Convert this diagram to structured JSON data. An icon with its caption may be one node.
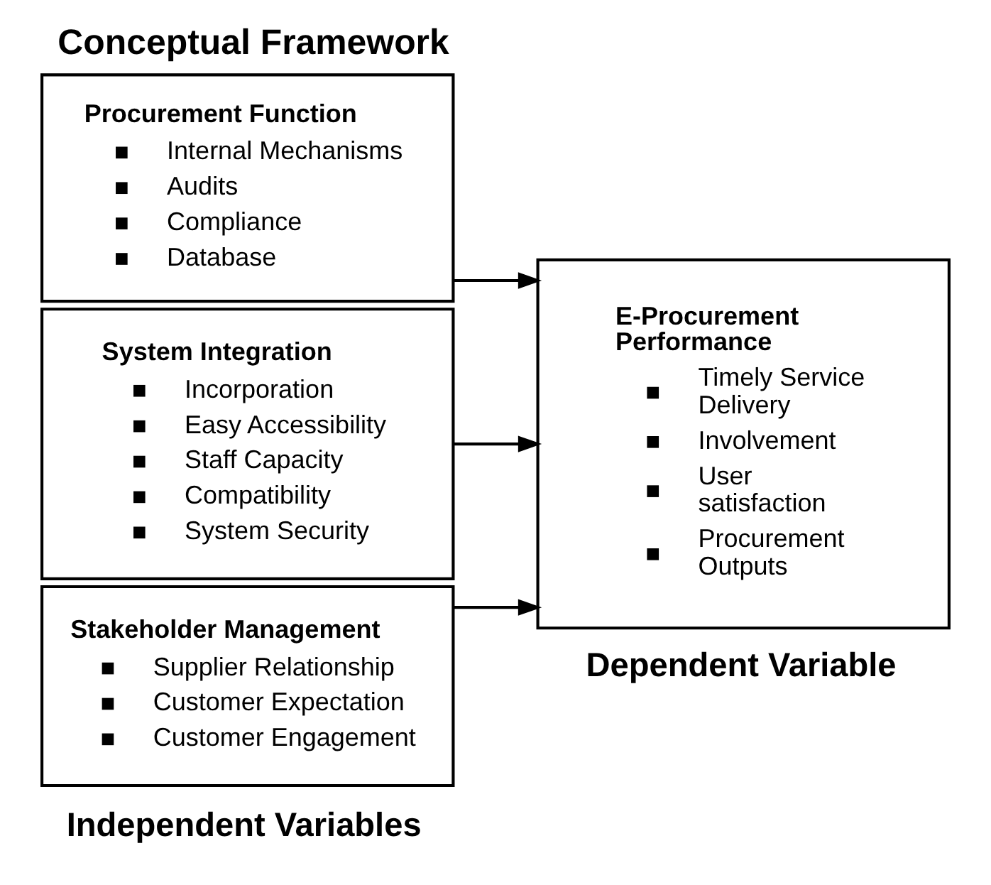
{
  "diagram": {
    "title": "Conceptual Framework",
    "nodes": [
      {
        "text": [
          "Procurement Function",
          "Internal Mechanisms",
          "Audits",
          "Compliance",
          "Database"
        ]
      },
      {
        "text": [
          "System Integration",
          "Incorporation",
          "Easy Accessibility",
          "Staff Capacity",
          "Compatibility",
          "System Security"
        ]
      },
      {
        "text": [
          "Stakeholder Management",
          "Supplier Relationship",
          "Customer Expectation",
          "Customer Engagement"
        ]
      },
      {
        "text": [
          "E-Procurement Performance",
          "Timely Service Delivery",
          "Involvement",
          "User satisfaction",
          "Procurement Outputs"
        ]
      }
    ],
    "edges": [
      {
        "from": 0,
        "to": 3,
        "arrow": "to"
      },
      {
        "from": 1,
        "to": 3,
        "arrow": "to"
      },
      {
        "from": 2,
        "to": 3,
        "arrow": "to"
      }
    ],
    "labels": [
      "Independent Variables",
      "Dependent Variable"
    ]
  }
}
